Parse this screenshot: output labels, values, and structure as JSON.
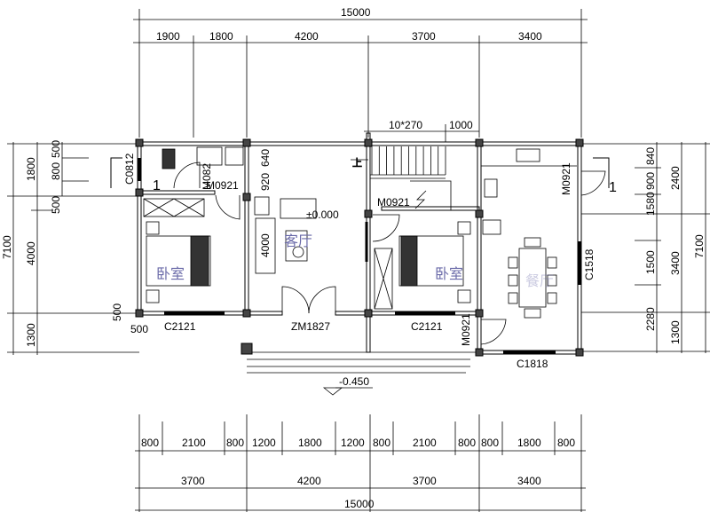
{
  "top_dims": {
    "total": "15000",
    "bays": [
      "1900",
      "1800",
      "4200",
      "3700",
      "3400"
    ],
    "stair_run": "10*270",
    "stair_landing": "1000"
  },
  "left_dims": {
    "total": "7100",
    "segments": [
      "1800",
      "500",
      "4000",
      "1300"
    ],
    "window_sub": [
      "500",
      "800"
    ],
    "col_offset_v": "500",
    "col_offset_h": "500"
  },
  "right_dims": {
    "total": "7100",
    "major": [
      "2400",
      "3400",
      "1300"
    ],
    "minor": [
      "840",
      "900",
      "1580",
      "1500",
      "2280"
    ]
  },
  "bottom_dims": {
    "openings": [
      "800",
      "2100",
      "800",
      "1200",
      "1800",
      "1200",
      "800",
      "2100",
      "800",
      "800",
      "1800",
      "800"
    ],
    "bays": [
      "3700",
      "4200",
      "3700",
      "3400"
    ],
    "total": "15000"
  },
  "plan": {
    "rooms": {
      "bedroom_left": "卧室",
      "living_room": "客厅",
      "bedroom_right": "卧室",
      "dining": "餐厅"
    },
    "labels": {
      "c0812": "C0812",
      "m082": "M082",
      "m0921_bath": "M0921",
      "dim_640": "640",
      "dim_920": "920",
      "dim_4000_sofa": "4000",
      "floor_level": "±0.000",
      "up": "上",
      "m0921_bed2": "M0921",
      "m0921_kitchen": "M0921",
      "c1518": "C1518",
      "m0921_dining": "M0921",
      "c2121_left": "C2121",
      "zm1827": "ZM1827",
      "c2121_right": "C2121",
      "c1818": "C1818",
      "outdoor_level": "-0.450",
      "section_mark": "1"
    }
  }
}
